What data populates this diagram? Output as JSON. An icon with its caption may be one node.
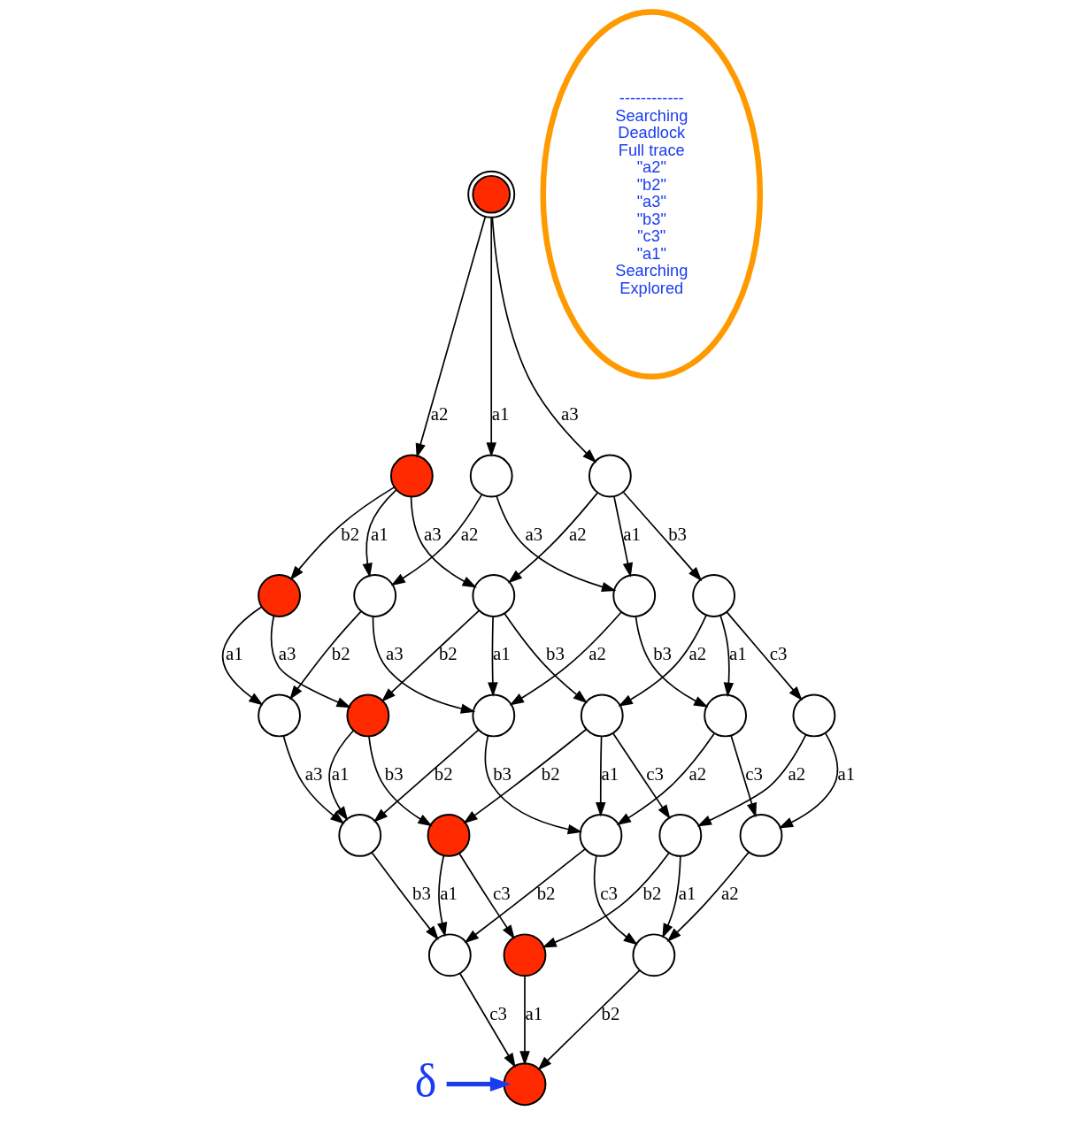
{
  "diagram": {
    "nodes": [
      {
        "text": [],
        "shape": "circle"
      },
      {
        "text": [],
        "shape": "circle"
      },
      {
        "text": [],
        "shape": "circle"
      },
      {
        "text": [],
        "shape": "circle"
      },
      {
        "text": [],
        "shape": "circle"
      },
      {
        "text": [],
        "shape": "circle"
      },
      {
        "text": [],
        "shape": "circle"
      },
      {
        "text": [],
        "shape": "circle"
      },
      {
        "text": [],
        "shape": "circle"
      },
      {
        "text": [],
        "shape": "circle"
      },
      {
        "text": [],
        "shape": "circle"
      },
      {
        "text": [],
        "shape": "circle"
      },
      {
        "text": [],
        "shape": "circle"
      },
      {
        "text": [],
        "shape": "circle"
      },
      {
        "text": [],
        "shape": "circle"
      },
      {
        "text": [],
        "shape": "circle"
      },
      {
        "text": [],
        "shape": "circle"
      },
      {
        "text": [],
        "shape": "circle"
      },
      {
        "text": [],
        "shape": "circle"
      },
      {
        "text": [],
        "shape": "circle"
      },
      {
        "text": [],
        "shape": "circle"
      },
      {
        "text": [],
        "shape": "circle"
      },
      {
        "text": [],
        "shape": "circle"
      },
      {
        "text": [],
        "shape": "circle"
      },
      {
        "text": [
          "------------",
          "Searching",
          "Deadlock",
          "Full trace",
          "\"a2\"",
          "\"b2\"",
          "\"a3\"",
          "\"b3\"",
          "\"c3\"",
          "\"a1\"",
          "Searching",
          "Explored"
        ]
      },
      {
        "text": [
          "δ"
        ]
      }
    ],
    "edges": [
      {
        "from": 0,
        "to": 1,
        "label": "a2",
        "arrow": "to"
      },
      {
        "from": 0,
        "to": 2,
        "label": "a1",
        "arrow": "to"
      },
      {
        "from": 0,
        "to": 3,
        "label": "a3",
        "arrow": "to"
      },
      {
        "from": 1,
        "to": 4,
        "label": "b2",
        "arrow": "to"
      },
      {
        "from": 1,
        "to": 5,
        "label": "a1",
        "arrow": "to"
      },
      {
        "from": 1,
        "to": 6,
        "label": "a3",
        "arrow": "to"
      },
      {
        "from": 2,
        "to": 5,
        "label": "a2",
        "arrow": "to"
      },
      {
        "from": 2,
        "to": 7,
        "label": "a3",
        "arrow": "to"
      },
      {
        "from": 3,
        "to": 6,
        "label": "a2",
        "arrow": "to"
      },
      {
        "from": 3,
        "to": 7,
        "label": "a1",
        "arrow": "to"
      },
      {
        "from": 3,
        "to": 8,
        "label": "b3",
        "arrow": "to"
      },
      {
        "from": 4,
        "to": 9,
        "label": "a1",
        "arrow": "to"
      },
      {
        "from": 4,
        "to": 10,
        "label": "a3",
        "arrow": "to"
      },
      {
        "from": 5,
        "to": 9,
        "label": "b2",
        "arrow": "to"
      },
      {
        "from": 5,
        "to": 11,
        "label": "a3",
        "arrow": "to"
      },
      {
        "from": 6,
        "to": 10,
        "label": "b2",
        "arrow": "to"
      },
      {
        "from": 6,
        "to": 11,
        "label": "a1",
        "arrow": "to"
      },
      {
        "from": 6,
        "to": 12,
        "label": "b3",
        "arrow": "to"
      },
      {
        "from": 7,
        "to": 11,
        "label": "a2",
        "arrow": "to"
      },
      {
        "from": 7,
        "to": 13,
        "label": "b3",
        "arrow": "to"
      },
      {
        "from": 8,
        "to": 12,
        "label": "a2",
        "arrow": "to"
      },
      {
        "from": 8,
        "to": 13,
        "label": "a1",
        "arrow": "to"
      },
      {
        "from": 8,
        "to": 14,
        "label": "c3",
        "arrow": "to"
      },
      {
        "from": 9,
        "to": 15,
        "label": "a3",
        "arrow": "to"
      },
      {
        "from": 10,
        "to": 15,
        "label": "a1",
        "arrow": "to"
      },
      {
        "from": 10,
        "to": 16,
        "label": "b3",
        "arrow": "to"
      },
      {
        "from": 11,
        "to": 15,
        "label": "b2",
        "arrow": "to"
      },
      {
        "from": 11,
        "to": 17,
        "label": "b3",
        "arrow": "to"
      },
      {
        "from": 12,
        "to": 16,
        "label": "b2",
        "arrow": "to"
      },
      {
        "from": 12,
        "to": 17,
        "label": "a1",
        "arrow": "to"
      },
      {
        "from": 12,
        "to": 18,
        "label": "c3",
        "arrow": "to"
      },
      {
        "from": 13,
        "to": 17,
        "label": "a2",
        "arrow": "to"
      },
      {
        "from": 13,
        "to": 19,
        "label": "c3",
        "arrow": "to"
      },
      {
        "from": 14,
        "to": 18,
        "label": "a2",
        "arrow": "to"
      },
      {
        "from": 14,
        "to": 19,
        "label": "a1",
        "arrow": "to"
      },
      {
        "from": 15,
        "to": 20,
        "label": "b3",
        "arrow": "to"
      },
      {
        "from": 16,
        "to": 20,
        "label": "a1",
        "arrow": "to"
      },
      {
        "from": 16,
        "to": 21,
        "label": "c3",
        "arrow": "to"
      },
      {
        "from": 17,
        "to": 20,
        "label": "b2",
        "arrow": "to"
      },
      {
        "from": 17,
        "to": 22,
        "label": "c3",
        "arrow": "to"
      },
      {
        "from": 18,
        "to": 21,
        "label": "b2",
        "arrow": "to"
      },
      {
        "from": 18,
        "to": 22,
        "label": "a1",
        "arrow": "to"
      },
      {
        "from": 19,
        "to": 22,
        "label": "a2",
        "arrow": "to"
      },
      {
        "from": 20,
        "to": 23,
        "label": "c3",
        "arrow": "to"
      },
      {
        "from": 21,
        "to": 23,
        "label": "a1",
        "arrow": "to"
      },
      {
        "from": 22,
        "to": 23,
        "label": "b2",
        "arrow": "to"
      },
      {
        "from": 25,
        "to": 23,
        "arrow": "to",
        "style": "thick",
        "color": "#1a3cf0"
      }
    ]
  }
}
